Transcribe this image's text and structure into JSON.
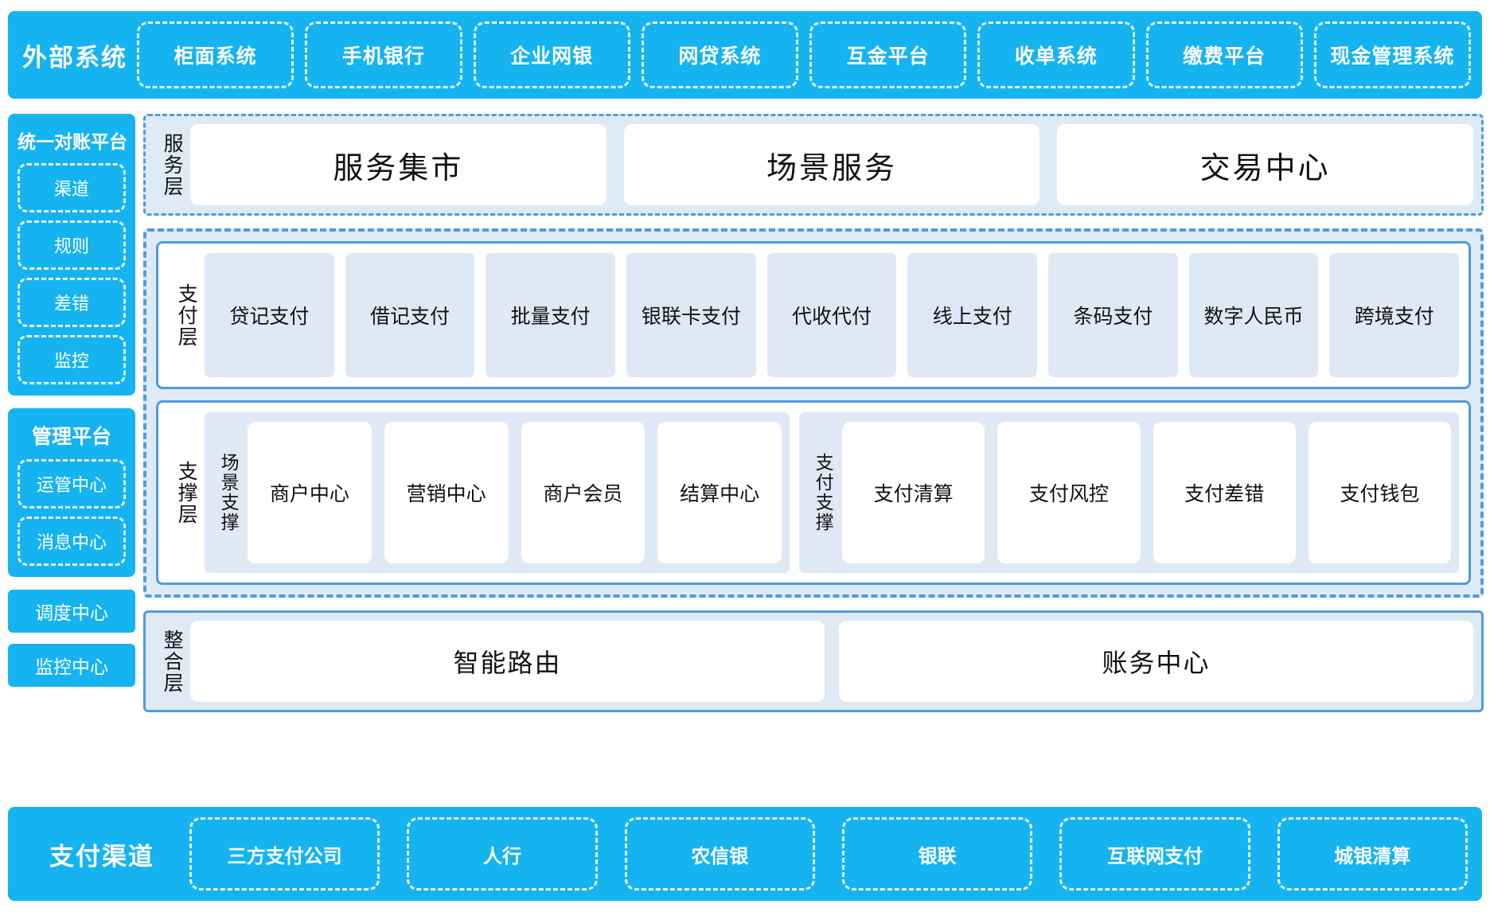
{
  "external_systems": {
    "title": "外部系统",
    "items": [
      "柜面系统",
      "手机银行",
      "企业网银",
      "网贷系统",
      "互金平台",
      "收单系统",
      "缴费平台",
      "现金管理系统"
    ]
  },
  "left_column": {
    "reconciliation_platform": {
      "title": "统一对账平台",
      "items": [
        "渠道",
        "规则",
        "差错",
        "监控"
      ]
    },
    "management_platform": {
      "title": "管理平台",
      "items": [
        "运管中心",
        "消息中心"
      ]
    },
    "standalone": [
      "调度中心",
      "监控中心"
    ]
  },
  "service_layer": {
    "label": "服务层",
    "cards": [
      "服务集市",
      "场景服务",
      "交易中心"
    ]
  },
  "payment_layer": {
    "label": "支付层",
    "tiles": [
      "贷记支付",
      "借记支付",
      "批量支付",
      "银联卡支付",
      "代收代付",
      "线上支付",
      "条码支付",
      "数字人民币",
      "跨境支付"
    ]
  },
  "support_layer": {
    "label": "支撑层",
    "groups": [
      {
        "label": "场景支撑",
        "items": [
          "商户中心",
          "营销中心",
          "商户会员",
          "结算中心"
        ]
      },
      {
        "label": "支付支撑",
        "items": [
          "支付清算",
          "支付风控",
          "支付差错",
          "支付钱包"
        ]
      }
    ]
  },
  "integration_layer": {
    "label": "整合层",
    "cards": [
      "智能路由",
      "账务中心"
    ]
  },
  "payment_channels": {
    "title": "支付渠道",
    "items": [
      "三方支付公司",
      "人行",
      "农信银",
      "银联",
      "互联网支付",
      "城银清算"
    ]
  },
  "colors": {
    "brand_blue": "#15b4f0",
    "panel_blue": "#dfeaf7",
    "tile_blue": "#dfe9f5",
    "border_blue": "#4f9ddb",
    "white": "#ffffff",
    "text_dark": "#111111"
  }
}
